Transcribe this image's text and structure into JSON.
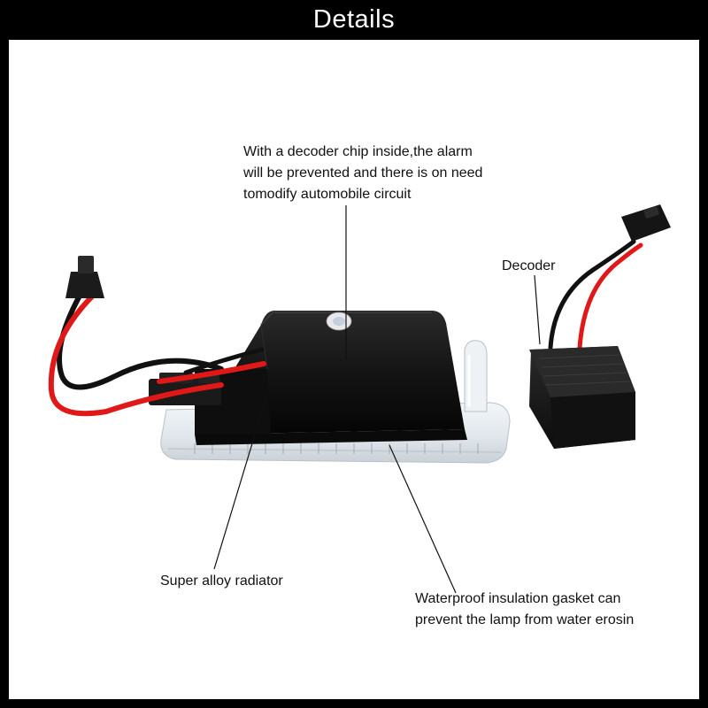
{
  "header": {
    "title": "Details"
  },
  "callouts": {
    "decoder_chip": {
      "lines": [
        "With a decoder chip inside,the alarm",
        "will be prevented and there is on need",
        "tomodify automobile circuit"
      ]
    },
    "decoder": {
      "label": "Decoder"
    },
    "radiator": {
      "label": "Super alloy radiator"
    },
    "gasket": {
      "lines": [
        "Waterproof insulation gasket can",
        "prevent the lamp from water erosin"
      ]
    }
  },
  "colors": {
    "frame": "#000000",
    "background": "#ffffff",
    "housing": "#151515",
    "wire_red": "#e01818",
    "wire_black": "#111111",
    "lens": "#e8edf2"
  }
}
